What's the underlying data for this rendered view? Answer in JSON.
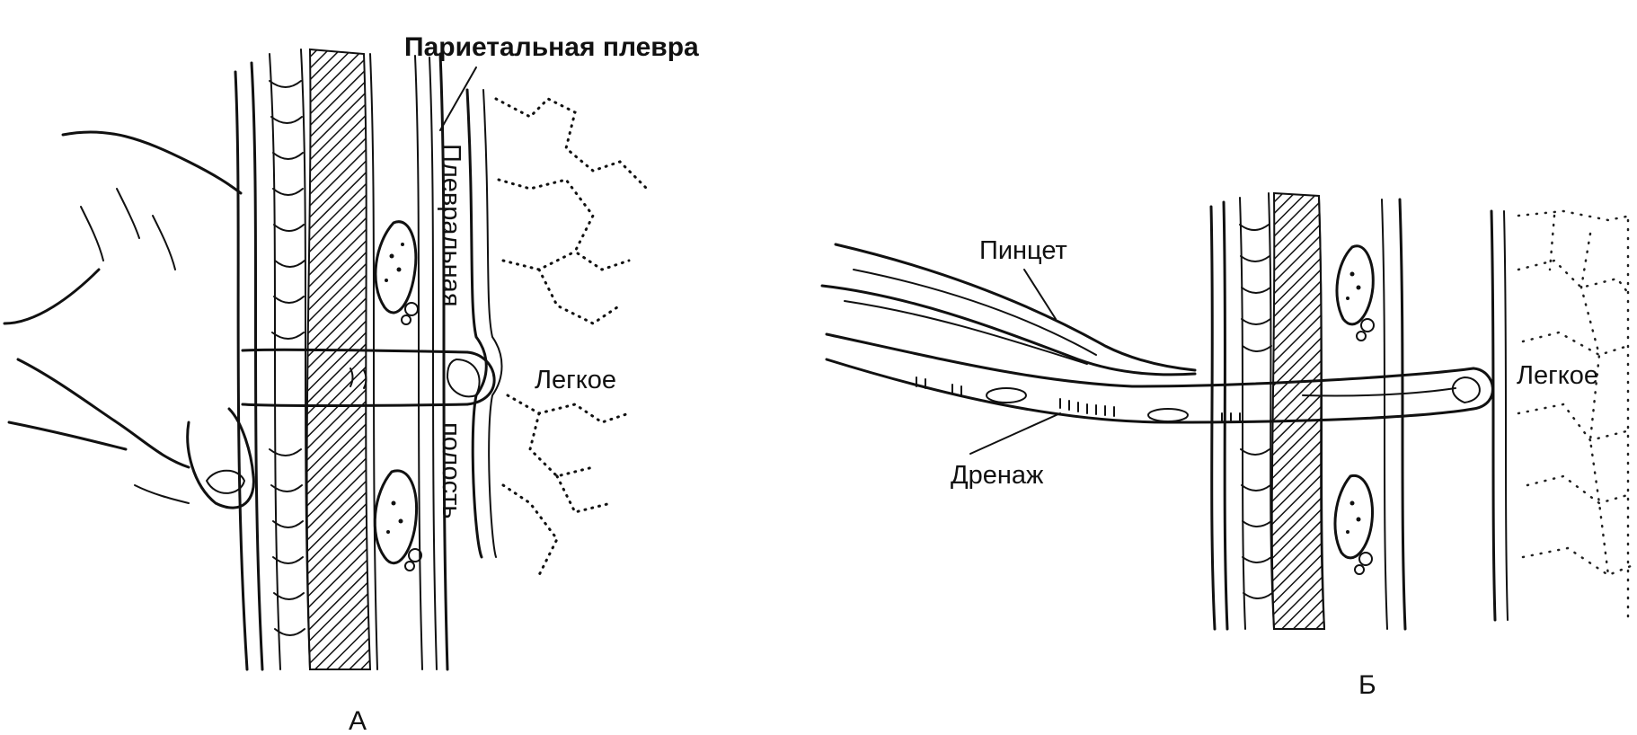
{
  "figure_a": {
    "label_parietal_pleura": "Париетальная плевра",
    "label_pleural": "Плевральная",
    "label_cavity": "полость",
    "label_lung": "Легкое",
    "panel_letter": "А"
  },
  "figure_b": {
    "label_forceps": "Пинцет",
    "label_drain": "Дренаж",
    "label_lung": "Легкое",
    "panel_letter": "Б"
  }
}
